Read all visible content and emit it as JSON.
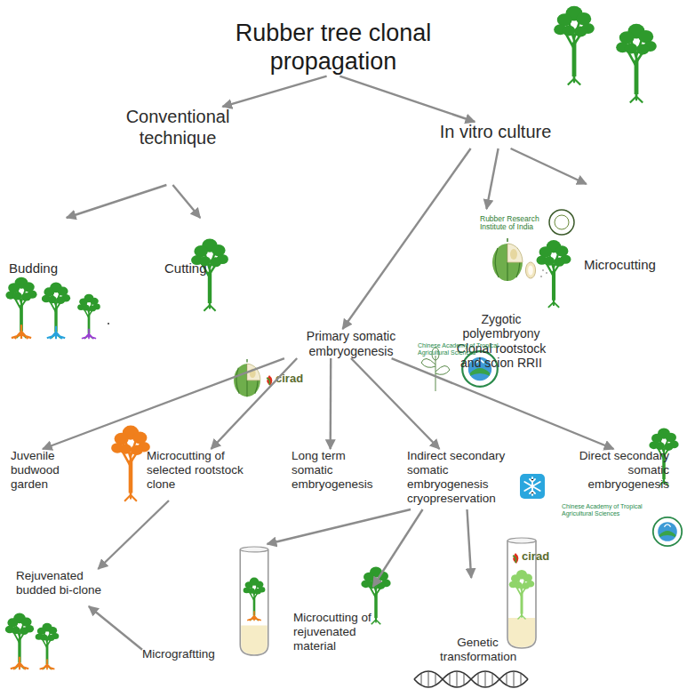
{
  "diagram": {
    "nodes": [
      {
        "text": [
          "Rubber tree clonal propagation"
        ]
      },
      {
        "text": [
          "Conventional technique"
        ]
      },
      {
        "text": [
          "In vitro culture"
        ]
      },
      {
        "text": [
          "Budding"
        ]
      },
      {
        "text": [
          "Cutting"
        ]
      },
      {
        "text": [
          "Microcutting"
        ]
      },
      {
        "text": [
          "Zygotic polyembryony Clonal rootstock and scion RRII"
        ]
      },
      {
        "text": [
          "Primary somatic embryogenesis"
        ]
      },
      {
        "text": [
          "Juvenile budwood garden"
        ]
      },
      {
        "text": [
          "Microcutting of selected rootstock clone"
        ]
      },
      {
        "text": [
          "Long term somatic embryogenesis"
        ]
      },
      {
        "text": [
          "Indirect secondary somatic embryogenesis cryopreservation"
        ]
      },
      {
        "text": [
          "Direct secondary somatic embryogenesis"
        ]
      },
      {
        "text": [
          "Rejuvenated budded bi-clone"
        ]
      },
      {
        "text": [
          "Micrograftting"
        ]
      },
      {
        "text": [
          "Microcutting of rejuvenated material"
        ]
      },
      {
        "text": [
          "Genetic transformation"
        ]
      }
    ],
    "edges": [
      {
        "from": 0,
        "to": 1,
        "arrow": "to"
      },
      {
        "from": 0,
        "to": 2,
        "arrow": "to"
      },
      {
        "from": 1,
        "to": 3,
        "arrow": "to"
      },
      {
        "from": 1,
        "to": 4,
        "arrow": "to"
      },
      {
        "from": 2,
        "to": 7,
        "arrow": "to"
      },
      {
        "from": 2,
        "to": 6,
        "arrow": "to"
      },
      {
        "from": 2,
        "to": 5,
        "arrow": "to"
      },
      {
        "from": 7,
        "to": 8,
        "arrow": "to"
      },
      {
        "from": 7,
        "to": 9,
        "arrow": "to"
      },
      {
        "from": 7,
        "to": 10,
        "arrow": "to"
      },
      {
        "from": 7,
        "to": 11,
        "arrow": "to"
      },
      {
        "from": 7,
        "to": 12,
        "arrow": "to"
      },
      {
        "from": 9,
        "to": 13,
        "arrow": "to"
      },
      {
        "from": 11,
        "to": 14,
        "arrow": "to"
      },
      {
        "from": 11,
        "to": 15,
        "arrow": "to"
      },
      {
        "from": 11,
        "to": 16,
        "arrow": "to"
      },
      {
        "from": 14,
        "to": 13,
        "arrow": "to"
      }
    ],
    "labels": [
      "Rubber Research Institute of India",
      "Chinese Academy of Tropical Agricultural Sciences",
      "cirad",
      "Chinese Academy of Tropical Agricultural Sciences",
      "cirad"
    ]
  }
}
